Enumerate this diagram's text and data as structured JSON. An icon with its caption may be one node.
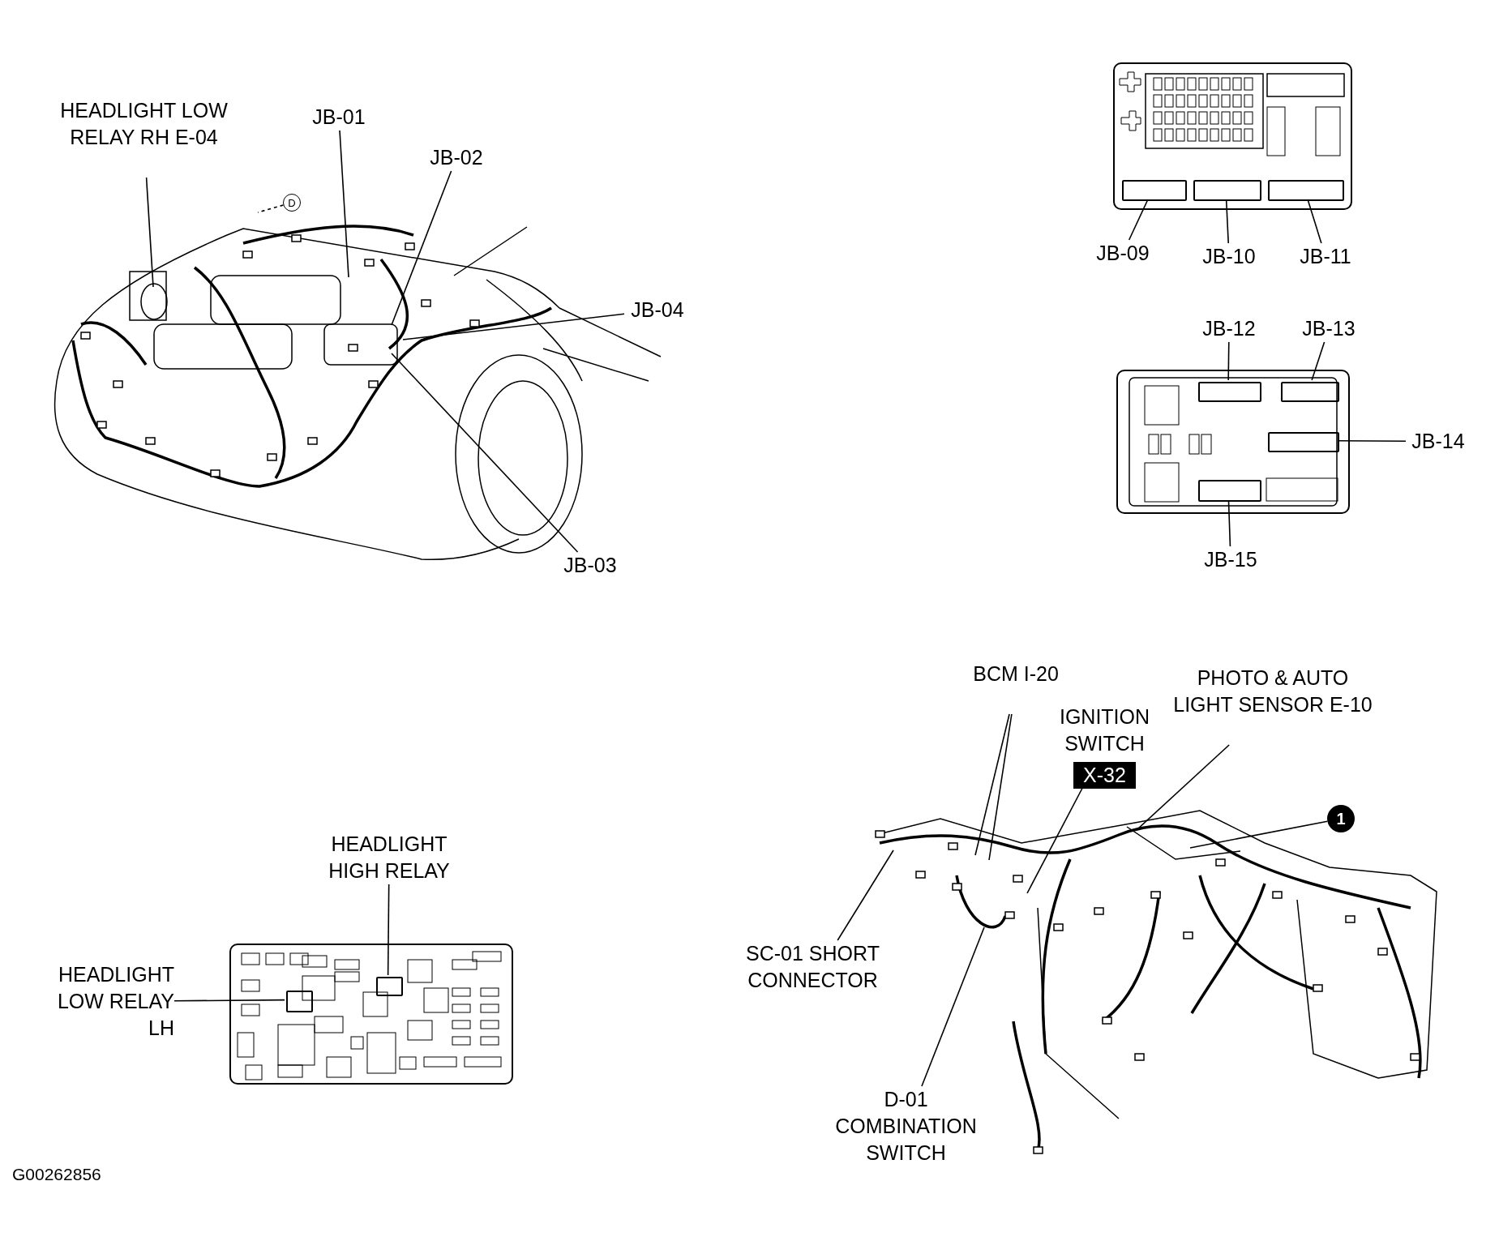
{
  "diagram": {
    "nodes": [
      {
        "text": [
          "HEADLIGHT LOW RELAY RH E-04"
        ]
      },
      {
        "text": [
          "JB-01"
        ]
      },
      {
        "text": [
          "JB-02"
        ]
      },
      {
        "text": [
          "JB-04"
        ]
      },
      {
        "text": [
          "JB-03"
        ]
      },
      {
        "text": [
          "D"
        ]
      },
      {
        "text": [],
        "shape": "box"
      },
      {
        "text": [],
        "shape": "box",
        "in": 6
      },
      {
        "text": [],
        "shape": "box",
        "in": 6
      },
      {
        "text": [],
        "shape": "box",
        "in": 6
      },
      {
        "text": [
          "JB-09"
        ]
      },
      {
        "text": [
          "JB-10"
        ]
      },
      {
        "text": [
          "JB-11"
        ]
      },
      {
        "text": [],
        "shape": "box"
      },
      {
        "text": [],
        "shape": "box",
        "in": 13
      },
      {
        "text": [],
        "shape": "box",
        "in": 13
      },
      {
        "text": [],
        "shape": "box",
        "in": 13
      },
      {
        "text": [],
        "shape": "box",
        "in": 13
      },
      {
        "text": [
          "JB-12"
        ]
      },
      {
        "text": [
          "JB-13"
        ]
      },
      {
        "text": [
          "JB-14"
        ]
      },
      {
        "text": [
          "JB-15"
        ]
      },
      {
        "text": [],
        "shape": "box"
      },
      {
        "text": [],
        "shape": "box",
        "in": 22
      },
      {
        "text": [],
        "shape": "box",
        "in": 22
      },
      {
        "text": [
          "HEADLIGHT HIGH RELAY"
        ]
      },
      {
        "text": [
          "HEADLIGHT LOW RELAY LH"
        ]
      },
      {
        "text": [
          "BCM I-20"
        ]
      },
      {
        "text": [
          "IGNITION SWITCH",
          "X-32"
        ]
      },
      {
        "text": [
          "PHOTO & AUTO LIGHT SENSOR E-10"
        ]
      },
      {
        "text": [
          "1"
        ]
      },
      {
        "text": [
          "SC-01 SHORT CONNECTOR"
        ]
      },
      {
        "text": [
          "D-01 COMBINATION SWITCH"
        ]
      }
    ],
    "edges": [
      {
        "from": 0,
        "to": null,
        "arrow": "none"
      },
      {
        "from": 1,
        "to": null,
        "arrow": "none"
      },
      {
        "from": 2,
        "to": null,
        "arrow": "none"
      },
      {
        "from": 3,
        "to": null,
        "arrow": "none"
      },
      {
        "from": 4,
        "to": null,
        "arrow": "none"
      },
      {
        "from": 5,
        "to": null,
        "arrow": "none",
        "style": "dashed"
      },
      {
        "from": 10,
        "to": 7,
        "arrow": "none"
      },
      {
        "from": 11,
        "to": 8,
        "arrow": "none"
      },
      {
        "from": 12,
        "to": 9,
        "arrow": "none"
      },
      {
        "from": 18,
        "to": 14,
        "arrow": "none"
      },
      {
        "from": 19,
        "to": 15,
        "arrow": "none"
      },
      {
        "from": 20,
        "to": 16,
        "arrow": "none"
      },
      {
        "from": 21,
        "to": 17,
        "arrow": "none"
      },
      {
        "from": 25,
        "to": 23,
        "arrow": "none"
      },
      {
        "from": 26,
        "to": 24,
        "arrow": "none"
      },
      {
        "from": 27,
        "to": null,
        "arrow": "none"
      },
      {
        "from": 27,
        "to": null,
        "arrow": "none"
      },
      {
        "from": 28,
        "to": null,
        "arrow": "none"
      },
      {
        "from": 29,
        "to": null,
        "arrow": "none"
      },
      {
        "from": 30,
        "to": null,
        "arrow": "none"
      },
      {
        "from": 31,
        "to": null,
        "arrow": "none"
      },
      {
        "from": 32,
        "to": null,
        "arrow": "none"
      }
    ],
    "labels": [
      "G00262856"
    ]
  }
}
